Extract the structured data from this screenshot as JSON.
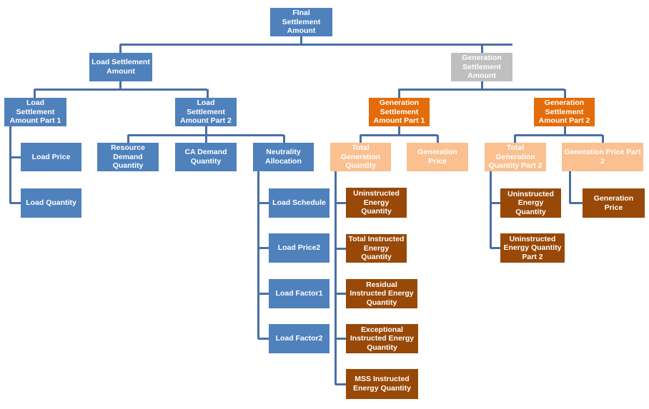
{
  "colors": {
    "blue": "#4f81bd",
    "grey": "#bfbfbf",
    "orange": "#e46c0a",
    "peach": "#fac090",
    "brown": "#984807",
    "connector": "#4a6fa5"
  },
  "nodes": {
    "final_settlement": "FInal Settlement Amount",
    "load_settlement": "Load Settlement Amount",
    "generation_settlement": "Generation Settlement Amount",
    "load_settlement_part1": "Load Settlement Amount Part 1",
    "load_settlement_part2": "Load Settlement Amount Part 2",
    "generation_settlement_part1": "Generation Settlement Amount Part 1",
    "generation_settlement_part2": "Generation Settlement Amount Part 2",
    "load_price": "Load Price",
    "load_quantity": "Load Quantity",
    "resource_demand_quantity": "Resource Demand Quantity",
    "ca_demand_quantity": "CA Demand Quantity",
    "neutrality_allocation": "Neutrality Allocation",
    "load_schedule": "Load Schedule",
    "load_price2": "Load Price2",
    "load_factor1": "Load Factor1",
    "load_factor2": "Load Factor2",
    "total_generation_quantity": "Total Generation Quantity",
    "generation_price": "Generation Price",
    "uninstructed_energy_quantity": "Uninstructed Energy Quantity",
    "total_instructed_energy_quantity": "Total Instructed Energy Quantity",
    "residual_instructed_energy_quantity": "Residual Instructed Energy Quantity",
    "exceptional_instructed_energy_quantity": "Exceptional Instructed Energy Quantity",
    "mss_instructed_energy_quantity": "MSS Instructed Energy Quantity",
    "total_generation_quantity_part2": "Total Generation Quantity Part 2",
    "generation_price_part2": "Generation Price Part 2",
    "uninstructed_energy_quantity_b": "Uninstructed Energy Quantity",
    "uninstructed_energy_quantity_part2": "Uninstructed Energy Quantity Part 2",
    "generation_price_b": "Generation Price"
  }
}
